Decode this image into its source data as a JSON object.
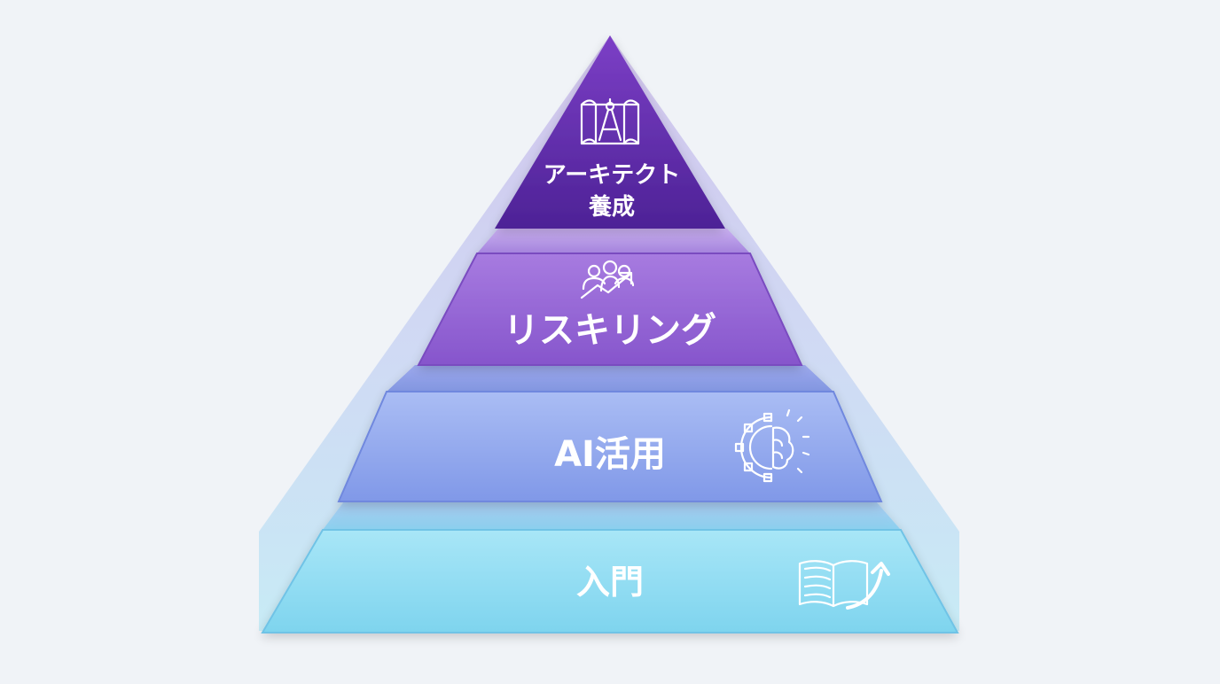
{
  "pyramid": {
    "tiers": [
      {
        "id": "apex",
        "lines": [
          "アーキテクト",
          "養成"
        ],
        "icon": "blueprint-compass-icon",
        "color": "#5a2aa0"
      },
      {
        "id": "reskilling",
        "lines": [
          "リスキリング"
        ],
        "icon": "team-growth-icon",
        "color": "#8c5cd2"
      },
      {
        "id": "ai",
        "lines": [
          "AI活用"
        ],
        "icon": "ai-brain-gear-icon",
        "color": "#8ea6ee"
      },
      {
        "id": "intro",
        "lines": [
          "入門"
        ],
        "icon": "book-arrow-icon",
        "color": "#8edcf2"
      }
    ]
  }
}
